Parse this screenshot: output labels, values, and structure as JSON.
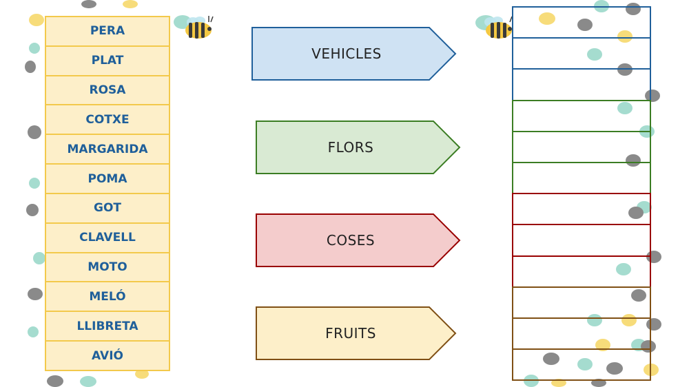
{
  "words": [
    "PERA",
    "PLAT",
    "ROSA",
    "COTXE",
    "MARGARIDA",
    "POMA",
    "GOT",
    "CLAVELL",
    "MOTO",
    "MELÓ",
    "LLIBRETA",
    "AVIÓ"
  ],
  "categories": [
    {
      "label": "VEHICLES",
      "fill": "#cfe2f3",
      "stroke": "#1f5f9a"
    },
    {
      "label": "FLORS",
      "fill": "#d9ead3",
      "stroke": "#3b7d23"
    },
    {
      "label": "COSES",
      "fill": "#f4cccc",
      "stroke": "#990000"
    },
    {
      "label": "FRUITS",
      "fill": "#fdefc9",
      "stroke": "#7f4f14"
    }
  ],
  "answer_slot_colors": [
    "#1f5f9a",
    "#1f5f9a",
    "#1f5f9a",
    "#3b7d23",
    "#3b7d23",
    "#3b7d23",
    "#990000",
    "#990000",
    "#990000",
    "#7f4f14",
    "#7f4f14",
    "#7f4f14"
  ],
  "icons": [
    "bee-icon",
    "bee-icon"
  ],
  "colors": {
    "word_bg": "#fdefc9",
    "word_border": "#f3c94b",
    "word_text": "#1f5f9a"
  }
}
